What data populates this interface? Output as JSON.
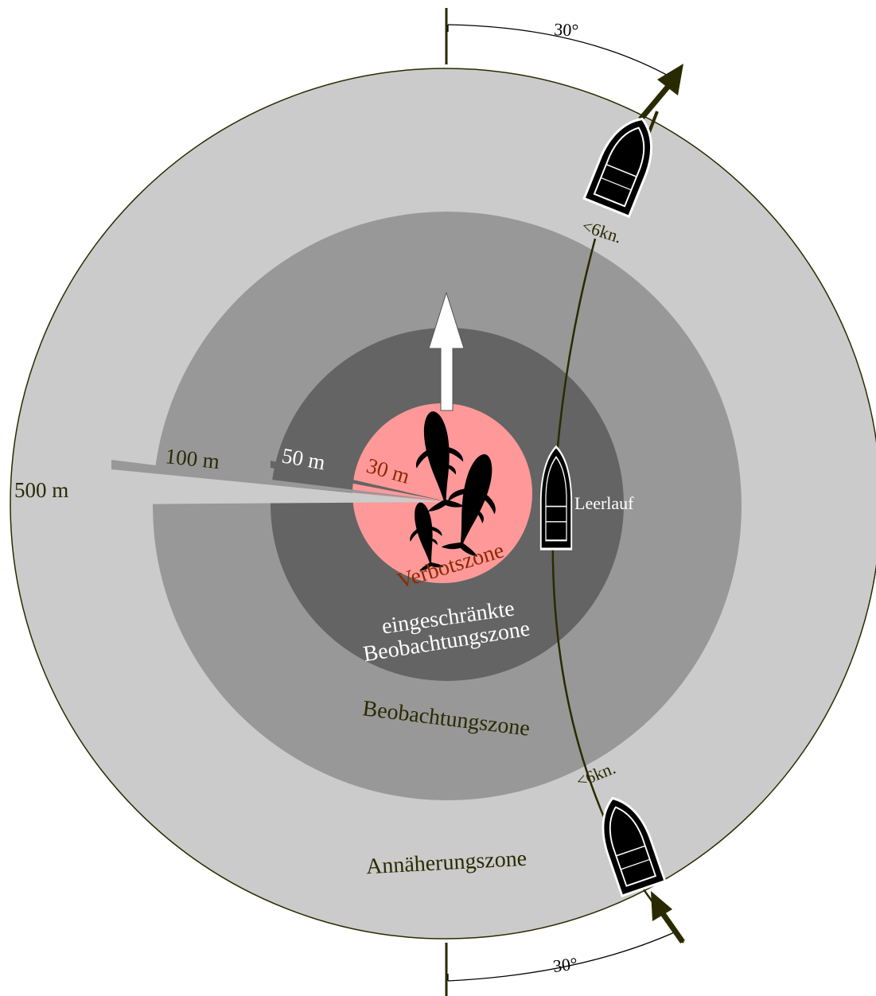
{
  "distances": {
    "d500": "500 m",
    "d100": "100 m",
    "d50": "50 m",
    "d30": "30 m"
  },
  "zones": {
    "forbidden": "Verbotszone",
    "restricted_line1": "eingeschränkte",
    "restricted_line2": "Beobachtungszone",
    "observation": "Beobachtungszone",
    "approach": "Annäherungszone"
  },
  "boat_labels": {
    "idle": "Leerlauf",
    "speed_top": "<6kn.",
    "speed_bottom": "<6kn."
  },
  "angles": {
    "top": "30°",
    "bottom": "30°"
  },
  "colors": {
    "approach_zone": "#cbcbcb",
    "observation_zone": "#989898",
    "restricted_zone": "#646464",
    "forbidden_zone": "#ff9999",
    "dark_text": "#2a2a00",
    "forbidden_text": "#8b2a00",
    "track_line": "#2a2a00",
    "whale": "#000000",
    "boat": "#000000"
  }
}
